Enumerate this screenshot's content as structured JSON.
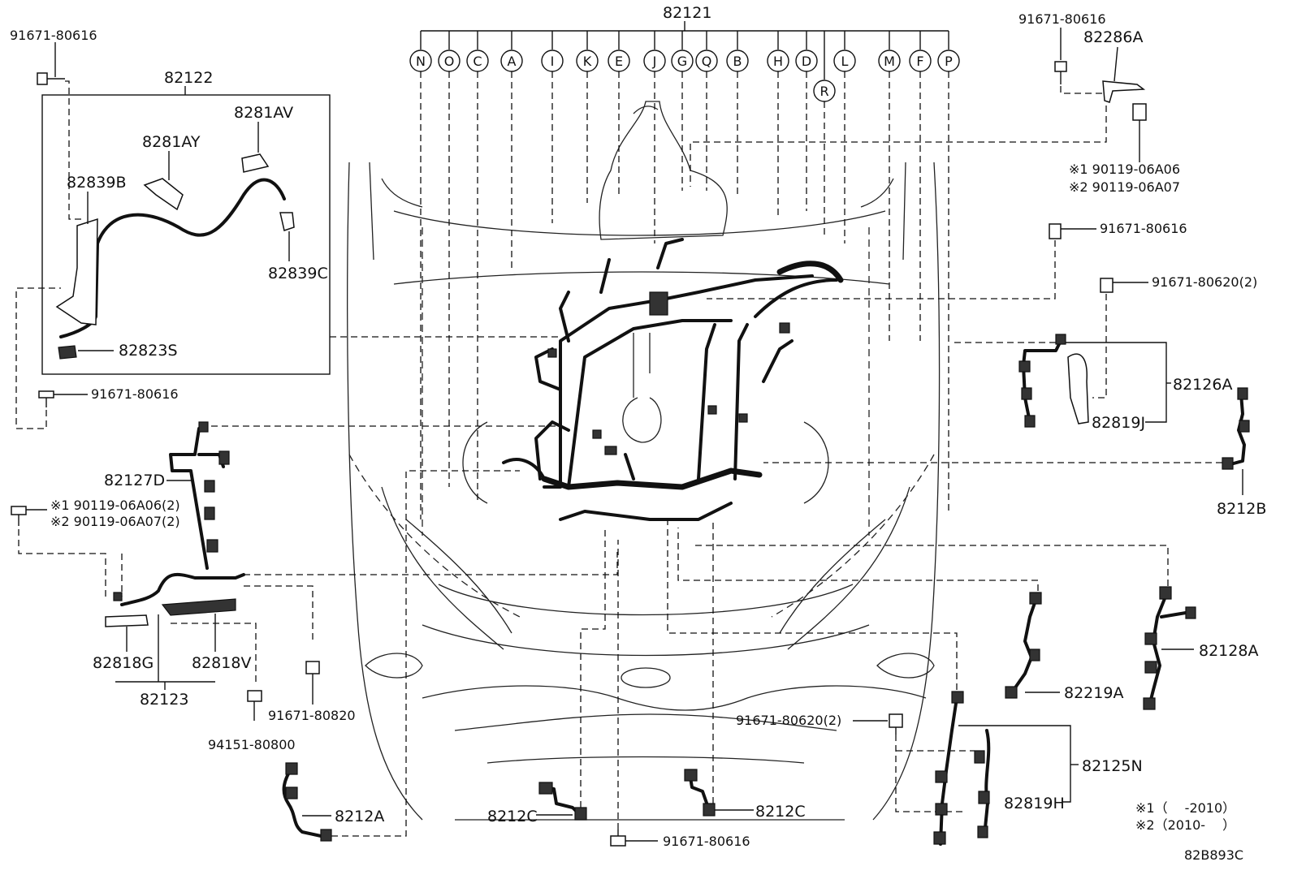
{
  "title": "82121",
  "circles": [
    "N",
    "O",
    "C",
    "A",
    "I",
    "K",
    "E",
    "J",
    "G",
    "Q",
    "B",
    "H",
    "D",
    "R",
    "L",
    "M",
    "F",
    "P"
  ],
  "labels": {
    "p91671_tl": "91671-80616",
    "p82122": "82122",
    "p8281AV": "8281AV",
    "p8281AY": "8281AY",
    "p82839B": "82839B",
    "p82839C": "82839C",
    "p82823S": "82823S",
    "p91671_l2": "91671-80616",
    "p82127D": "82127D",
    "n1_l": "※1 90119-06A06(2)",
    "n2_l": "※2 90119-06A07(2)",
    "p82818G": "82818G",
    "p82818V": "82818V",
    "p82123": "82123",
    "p91671_80820": "91671-80820",
    "p94151": "94151-80800",
    "p8212A": "8212A",
    "p8212C_l": "8212C",
    "p91671_bottom": "91671-80616",
    "p8212C_r": "8212C",
    "p91671_tr": "91671-80616",
    "p82286A": "82286A",
    "n1_r": "※1 90119-06A06",
    "n2_r": "※2 90119-06A07",
    "p91671_r2": "91671-80616",
    "p91671_80620_r": "91671-80620(2)",
    "p82126A": "82126A",
    "p82819J": "82819J",
    "p8212B": "8212B",
    "p82219A": "82219A",
    "p82128A": "82128A",
    "p91671_80620_b": "91671-80620(2)",
    "p82125N": "82125N",
    "p82819H": "82819H",
    "legend1": "※1（　 -2010）",
    "legend2": "※2（2010-　 ）",
    "code": "82B893C"
  }
}
